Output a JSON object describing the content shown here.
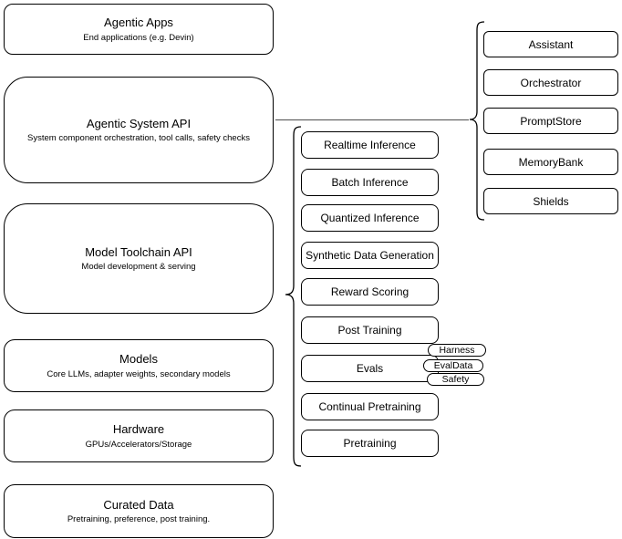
{
  "diagram": {
    "left_stack": [
      {
        "title": "Agentic Apps",
        "subtitle": "End applications (e.g. Devin)"
      },
      {
        "title": "Agentic System API",
        "subtitle": "System component orchestration, tool calls, safety checks"
      },
      {
        "title": "Model Toolchain API",
        "subtitle": "Model development & serving"
      },
      {
        "title": "Models",
        "subtitle": "Core LLMs, adapter weights, secondary models"
      },
      {
        "title": "Hardware",
        "subtitle": "GPUs/Accelerators/Storage"
      },
      {
        "title": "Curated Data",
        "subtitle": "Pretraining, preference, post training."
      }
    ],
    "toolchain_items": [
      "Realtime Inference",
      "Batch Inference",
      "Quantized Inference",
      "Synthetic Data Generation",
      "Reward Scoring",
      "Post Training",
      "Evals",
      "Continual Pretraining",
      "Pretraining"
    ],
    "eval_badges": [
      "Harness",
      "EvalData",
      "Safety"
    ],
    "system_components": [
      "Assistant",
      "Orchestrator",
      "PromptStore",
      "MemoryBank",
      "Shields"
    ],
    "colors": {
      "stroke": "#000000",
      "background": "#ffffff",
      "text": "#000000",
      "connector": "#4d4d4d"
    }
  }
}
